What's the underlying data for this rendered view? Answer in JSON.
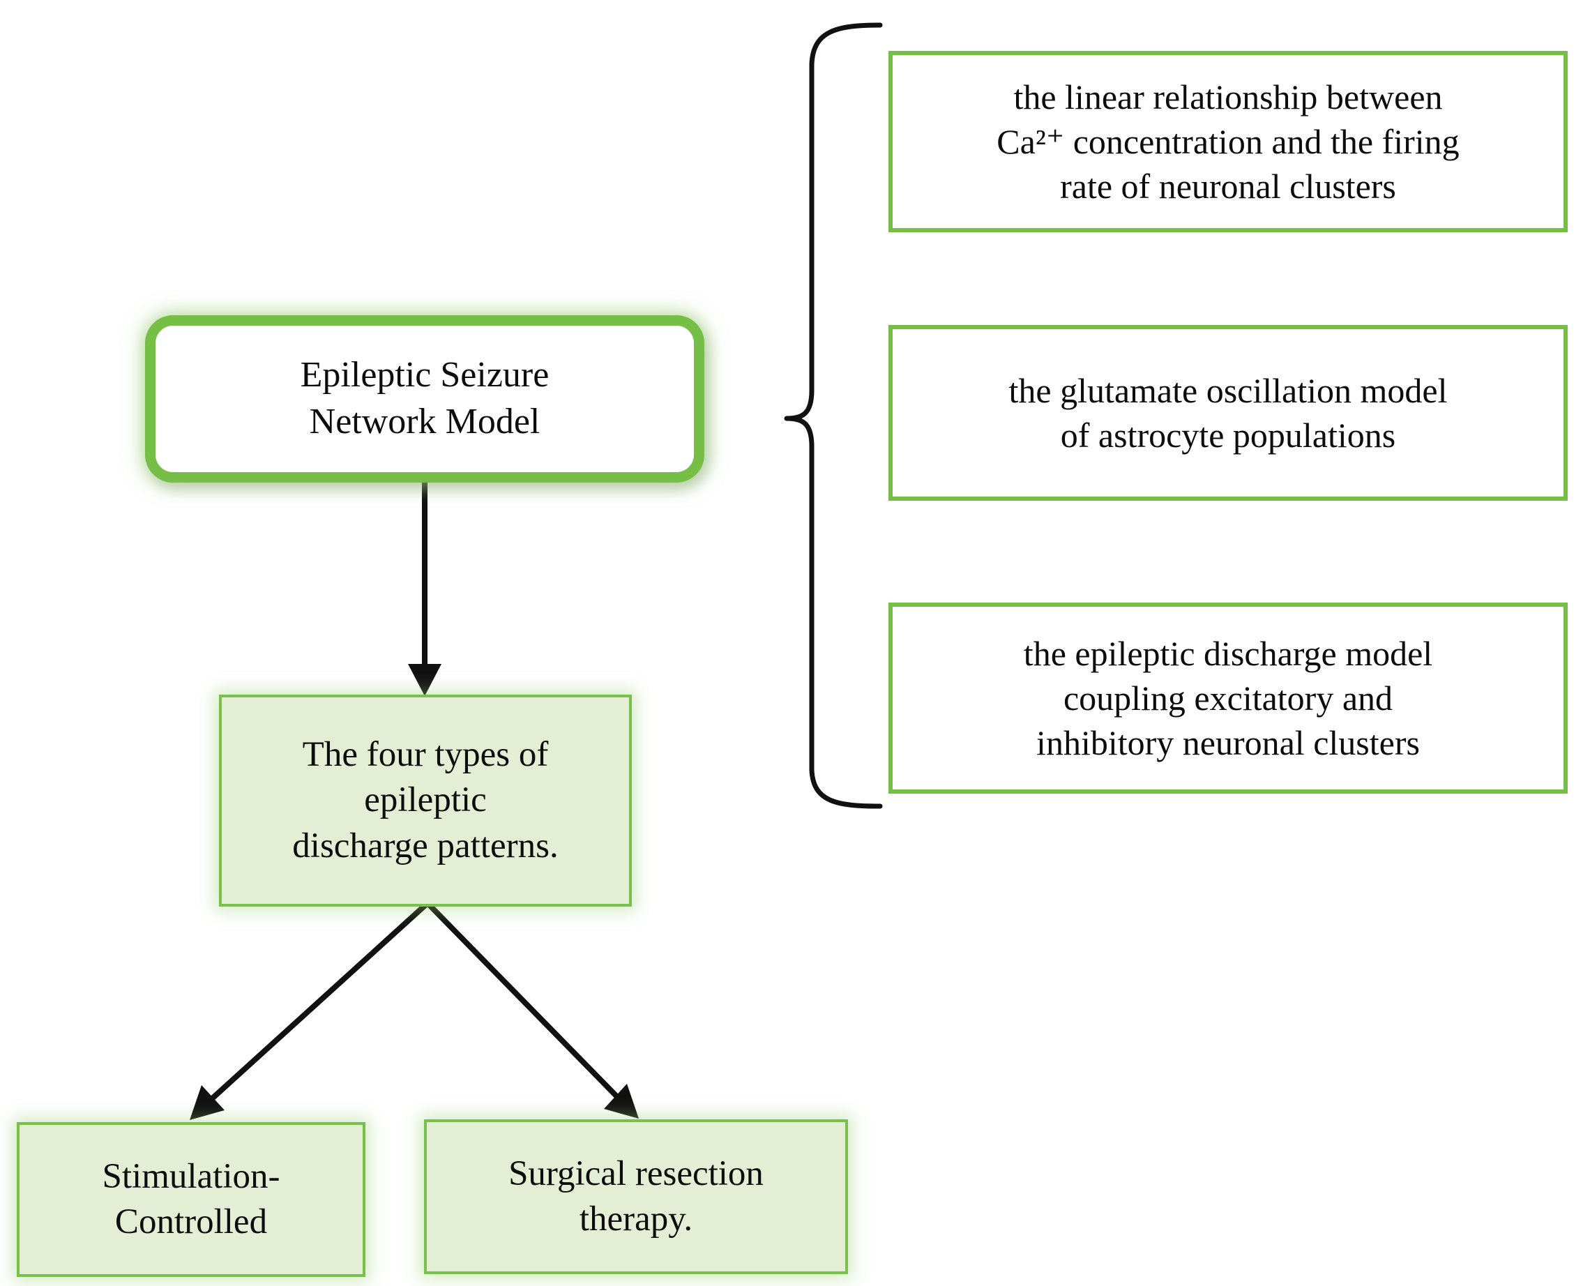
{
  "diagram": {
    "title": "Epileptic Seizure Network Model overview flowchart",
    "colors": {
      "border_green": "#76bf47",
      "fill_light_green": "#e3eed4",
      "box_white": "#ffffff",
      "connector_black": "#111111",
      "text_black": "#0d0d0d"
    },
    "root": {
      "label": "Epileptic Seizure\nNetwork Model"
    },
    "branches": [
      {
        "label": "the linear relationship between\nCa²⁺ concentration and the firing\nrate of neuronal clusters"
      },
      {
        "label": "the glutamate oscillation model\nof astrocyte populations"
      },
      {
        "label": "the epileptic discharge model\ncoupling excitatory and\ninhibitory neuronal clusters"
      }
    ],
    "patterns": {
      "label": "The four types of\nepileptic\ndischarge patterns."
    },
    "therapies": [
      {
        "label": "Stimulation-\nControlled"
      },
      {
        "label": "Surgical resection\ntherapy."
      }
    ],
    "connectors": {
      "brace_name": "curly-brace-right",
      "arrow_root_to_patterns": "arrow-down",
      "arrow_patterns_to_therapy_left": "arrow-down-left",
      "arrow_patterns_to_therapy_right": "arrow-down-right"
    }
  }
}
